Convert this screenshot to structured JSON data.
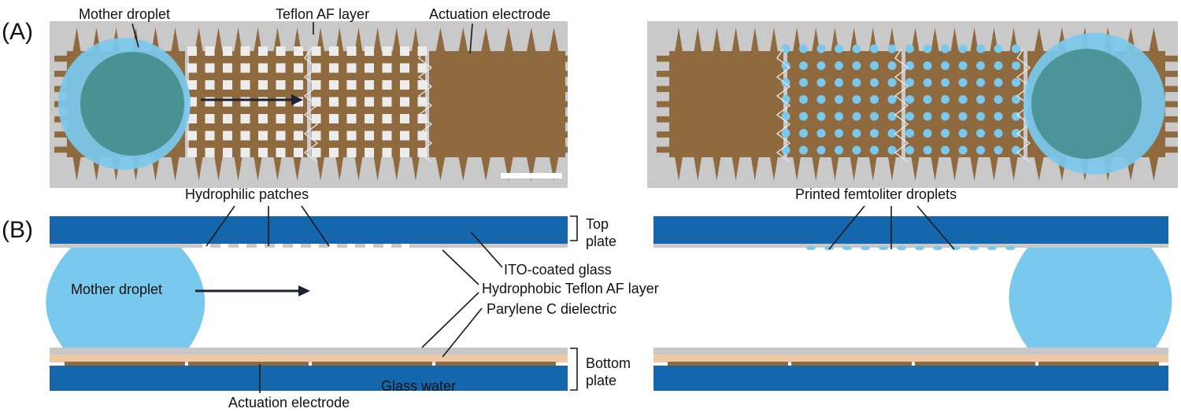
{
  "panels": {
    "a": "(A)",
    "b": "(B)"
  },
  "top_labels": {
    "mother_droplet": "Mother droplet",
    "teflon_layer": "Teflon AF layer",
    "actuation_electrode": "Actuation electrode",
    "hydrophilic_patches": "Hydrophilic patches",
    "printed_droplets": "Printed femtoliter droplets"
  },
  "cross_section": {
    "top_plate": "Top plate",
    "ito_glass": "ITO-coated glass",
    "teflon": "Hydrophobic Teflon AF layer",
    "parylene": "Parylene C dielectric",
    "mother_droplet": "Mother droplet",
    "bottom_plate": "Bottom plate",
    "glass_water": "Glass water",
    "actuation_electrode": "Actuation electrode"
  },
  "colors": {
    "electrode": "#8f6a3e",
    "droplet": "#79c9ee",
    "droplet_dark": "#3f8a85",
    "glass": "#1466ad",
    "teflon": "#c8c8c8",
    "parylene": "#eec9a5",
    "background": "#c9c9c9",
    "patch": "#ececec"
  }
}
